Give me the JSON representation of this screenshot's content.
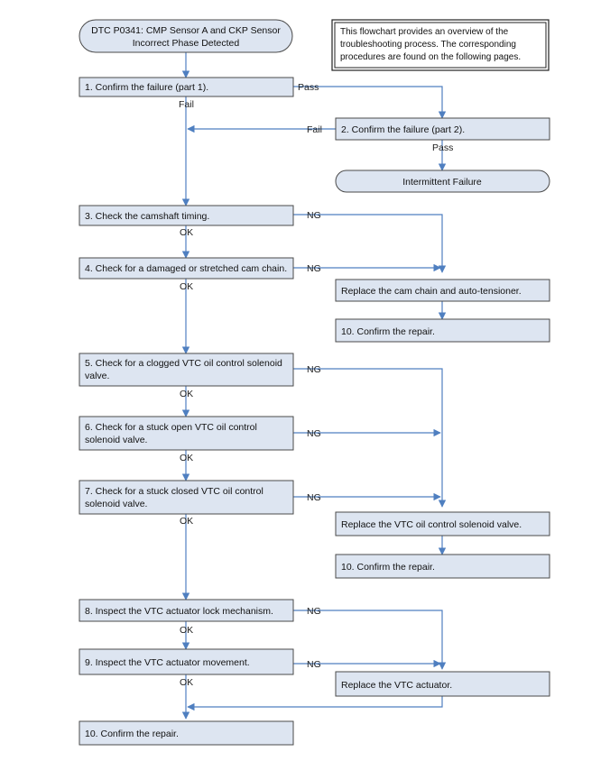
{
  "nodes": [
    {
      "id": "start",
      "lines": [
        "DTC P0341: CMP Sensor A and CKP Sensor",
        "Incorrect Phase Detected"
      ]
    },
    {
      "id": "note",
      "lines": [
        "This flowchart provides an overview of the",
        "troubleshooting process. The corresponding",
        "procedures are found on the following pages."
      ]
    },
    {
      "id": "s1",
      "lines": [
        "1. Confirm the failure (part 1)."
      ]
    },
    {
      "id": "s2",
      "lines": [
        "2. Confirm the failure (part 2)."
      ]
    },
    {
      "id": "intermittent",
      "lines": [
        "Intermittent Failure"
      ]
    },
    {
      "id": "s3",
      "lines": [
        "3. Check the camshaft timing."
      ]
    },
    {
      "id": "s4",
      "lines": [
        "4. Check for a damaged or stretched cam chain."
      ]
    },
    {
      "id": "rep_chain",
      "lines": [
        "Replace the cam chain and auto-tensioner."
      ]
    },
    {
      "id": "conf_a",
      "lines": [
        "10. Confirm the repair."
      ]
    },
    {
      "id": "s5",
      "lines": [
        "5. Check for a clogged VTC oil control solenoid",
        "valve."
      ]
    },
    {
      "id": "s6",
      "lines": [
        "6. Check for a stuck open VTC oil control",
        "solenoid valve."
      ]
    },
    {
      "id": "s7",
      "lines": [
        "7. Check for a stuck closed VTC oil control",
        "solenoid valve."
      ]
    },
    {
      "id": "rep_sol",
      "lines": [
        "Replace the VTC oil control solenoid valve."
      ]
    },
    {
      "id": "conf_b",
      "lines": [
        "10. Confirm the repair."
      ]
    },
    {
      "id": "s8",
      "lines": [
        "8. Inspect the VTC actuator lock mechanism."
      ]
    },
    {
      "id": "s9",
      "lines": [
        "9. Inspect the VTC actuator movement."
      ]
    },
    {
      "id": "rep_act",
      "lines": [
        "Replace the VTC actuator."
      ]
    },
    {
      "id": "s10",
      "lines": [
        "10. Confirm the repair."
      ]
    }
  ],
  "labels": [
    {
      "id": "pass1",
      "text": "Pass"
    },
    {
      "id": "fail1",
      "text": "Fail"
    },
    {
      "id": "fail2",
      "text": "Fail"
    },
    {
      "id": "pass2",
      "text": "Pass"
    },
    {
      "id": "ng3",
      "text": "NG"
    },
    {
      "id": "ok3",
      "text": "OK"
    },
    {
      "id": "ng4",
      "text": "NG"
    },
    {
      "id": "ok4",
      "text": "OK"
    },
    {
      "id": "ng5",
      "text": "NG"
    },
    {
      "id": "ok5",
      "text": "OK"
    },
    {
      "id": "ng6",
      "text": "NG"
    },
    {
      "id": "ok6",
      "text": "OK"
    },
    {
      "id": "ng7",
      "text": "NG"
    },
    {
      "id": "ok7",
      "text": "OK"
    },
    {
      "id": "ng8",
      "text": "NG"
    },
    {
      "id": "ok8",
      "text": "OK"
    },
    {
      "id": "ng9",
      "text": "NG"
    },
    {
      "id": "ok9",
      "text": "OK"
    }
  ],
  "colors": {
    "box_fill": "#dde5f1",
    "connector": "#4f7fc0",
    "border": "#4a4a4a"
  }
}
